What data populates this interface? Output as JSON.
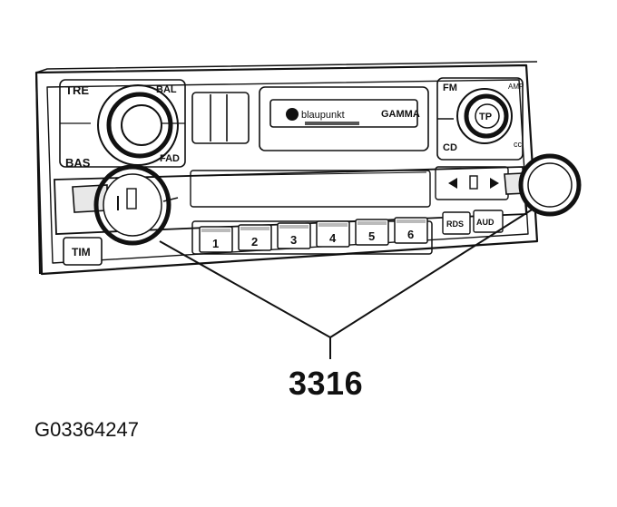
{
  "labels": {
    "tre": "TRE",
    "bal": "BAL",
    "bas": "BAS",
    "fad": "FAD",
    "fm": "FM",
    "amp": "AMP",
    "cd": "CD",
    "tp": "TP",
    "tim": "TIM",
    "rds": "RDS",
    "aud": "AUD",
    "brand": "blaupunkt",
    "model": "GAMMA",
    "cc": "cc"
  },
  "presets": [
    "1",
    "2",
    "3",
    "4",
    "5",
    "6"
  ],
  "callout": "3316",
  "figure_id": "G03364247",
  "icons": [
    "rewind-arrow-icon",
    "cassette-slot-icon",
    "forward-arrow-icon"
  ]
}
